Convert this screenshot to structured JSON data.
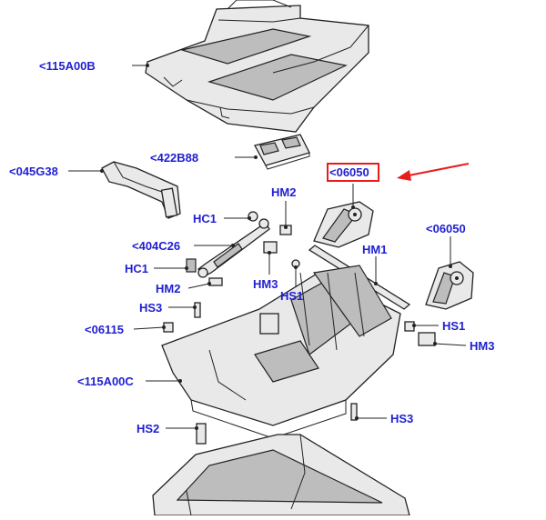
{
  "callouts": {
    "p115a00b": "<115A00B",
    "p422b88": "<422B88",
    "p045g38": "<045G38",
    "p06050_top": "<06050",
    "hm2_top": "HM2",
    "hc1_top": "HC1",
    "p06050_right": "<06050",
    "hm1": "HM1",
    "p404c26": "<404C26",
    "hc1_mid": "HC1",
    "hm3_mid": "HM3",
    "hs1_mid": "HS1",
    "hm2_mid": "HM2",
    "hs3_left": "HS3",
    "p06115": "<06115",
    "hs1_right": "HS1",
    "hm3_right": "HM3",
    "p115a00c": "<115A00C",
    "hs3_right": "HS3",
    "hs2": "HS2"
  },
  "colors": {
    "callout_text": "#1f1fd2",
    "highlight": "#e81c1c",
    "line_art": "#222222"
  }
}
